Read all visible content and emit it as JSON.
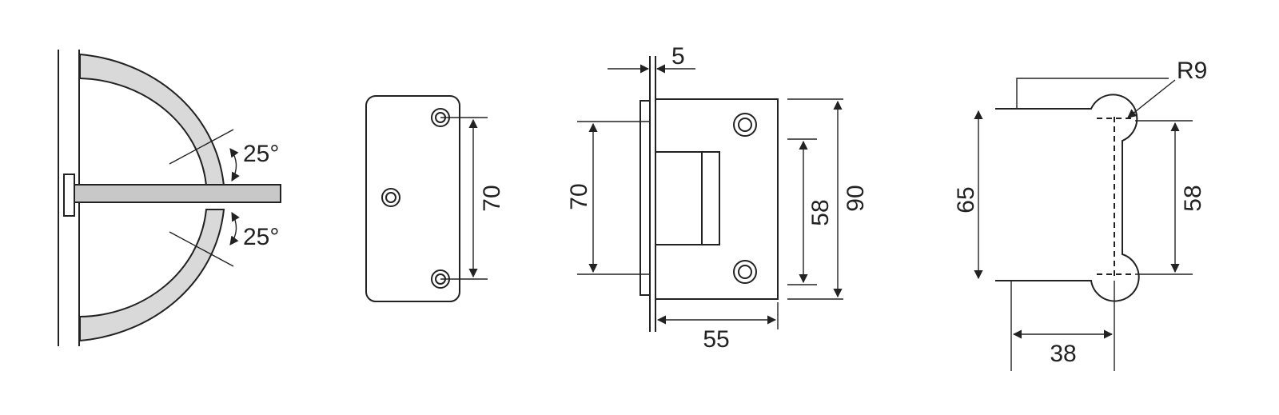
{
  "colors": {
    "line": "#222222",
    "hinge_arc_fill": "#d9d9d9",
    "glass_fill": "#c8c8c8",
    "background": "#ffffff"
  },
  "swing_view": {
    "angle_up": "25°",
    "angle_down": "25°"
  },
  "cover_view": {
    "hole_spacing": "70"
  },
  "side_view": {
    "plate_thickness": "5",
    "hole_spacing": "70",
    "inner_height": "58",
    "overall_height": "90",
    "body_width": "55"
  },
  "profile_view": {
    "radius": "R9",
    "height": "65",
    "inner_height": "58",
    "depth": "38"
  }
}
